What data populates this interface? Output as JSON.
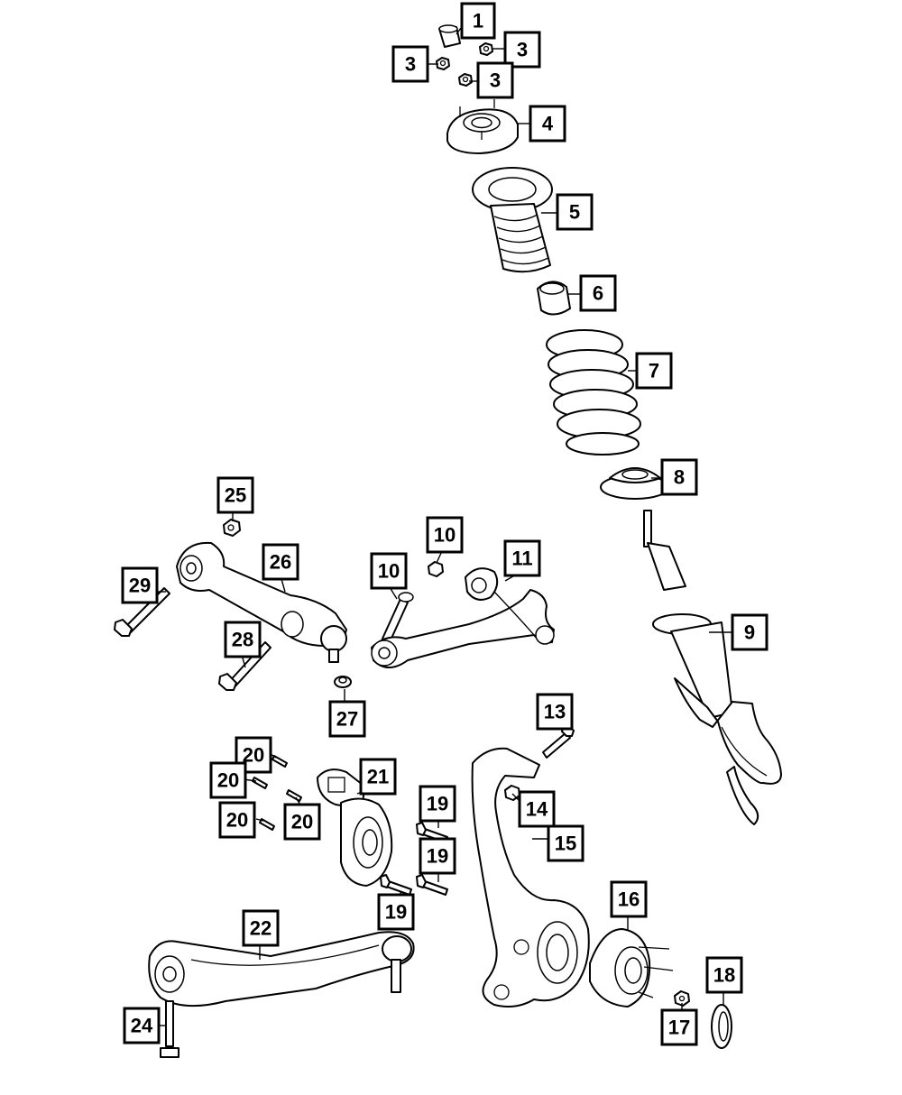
{
  "diagram": {
    "callouts": [
      "1",
      "3",
      "3",
      "3",
      "4",
      "5",
      "6",
      "7",
      "8",
      "9",
      "10",
      "10",
      "11",
      "13",
      "14",
      "15",
      "16",
      "17",
      "18",
      "19",
      "19",
      "19",
      "20",
      "20",
      "20",
      "20",
      "21",
      "22",
      "24",
      "25",
      "26",
      "27",
      "28",
      "29"
    ]
  },
  "colors": {
    "line": "#000000",
    "background": "#ffffff"
  }
}
